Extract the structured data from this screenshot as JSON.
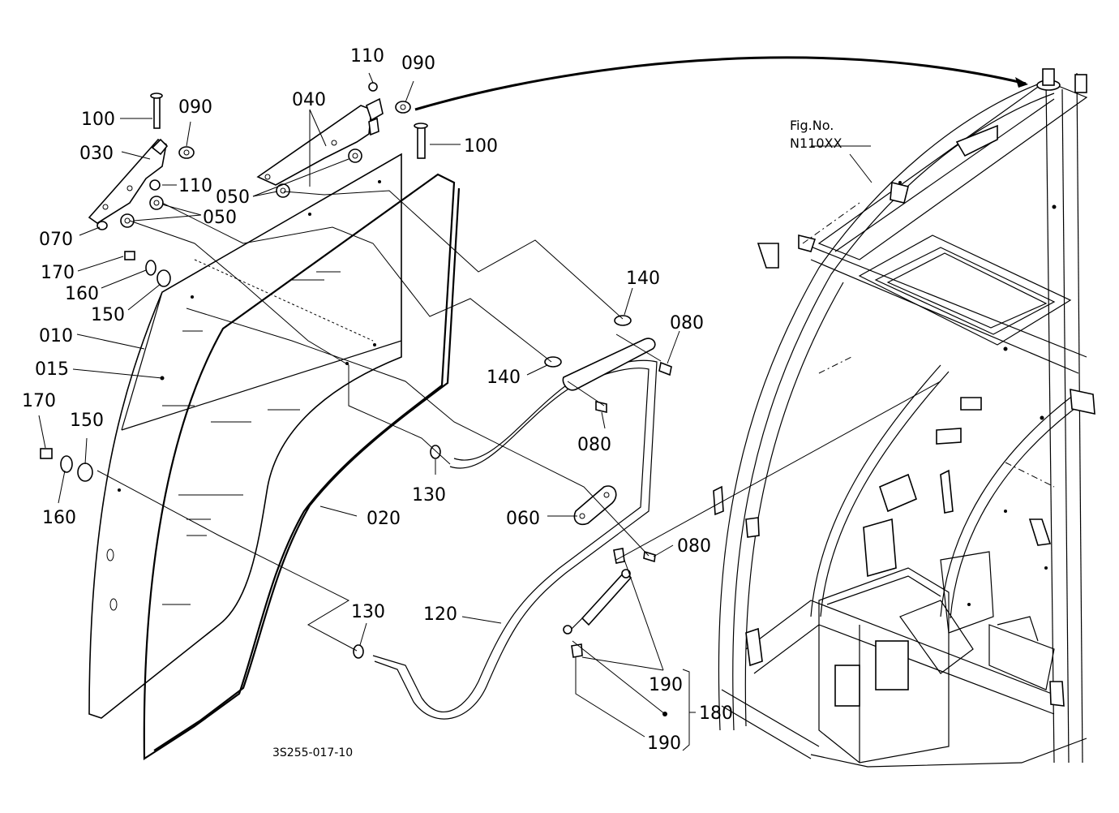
{
  "labels": {
    "p010": "010",
    "p015": "015",
    "p020": "020",
    "p030": "030",
    "p040": "040",
    "p050a": "050",
    "p050b": "050",
    "p060": "060",
    "p070": "070",
    "p080a": "080",
    "p080b": "080",
    "p080c": "080",
    "p090a": "090",
    "p090b": "090",
    "p100a": "100",
    "p100b": "100",
    "p110a": "110",
    "p110b": "110",
    "p120": "120",
    "p130a": "130",
    "p130b": "130",
    "p140a": "140",
    "p140b": "140",
    "p150a": "150",
    "p150b": "150",
    "p160a": "160",
    "p160b": "160",
    "p170a": "170",
    "p170b": "170",
    "p180": "180",
    "p190a": "190",
    "p190b": "190"
  },
  "figure_ref": {
    "line1": "Fig.No.",
    "line2": "N110XX"
  },
  "drawing_code": "3S255-017-10"
}
